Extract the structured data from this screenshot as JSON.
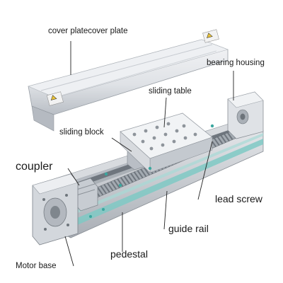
{
  "labels": {
    "cover_plate": "cover platecover plate",
    "bearing_housing": "bearing housing",
    "sliding_table": "sliding table",
    "sliding_block": "sliding block",
    "coupler": "coupler",
    "lead_screw": "lead screw",
    "guide_rail": "guide rail",
    "pedestal": "pedestal",
    "motor_base": "Motor base"
  },
  "colors": {
    "aluminum_light": "#eceef1",
    "aluminum_mid": "#c9cdd3",
    "aluminum_dark": "#8e949c",
    "teal_accent": "#7fc9c4",
    "screw_steel": "#9aa1a8",
    "leader_line": "#222222"
  }
}
